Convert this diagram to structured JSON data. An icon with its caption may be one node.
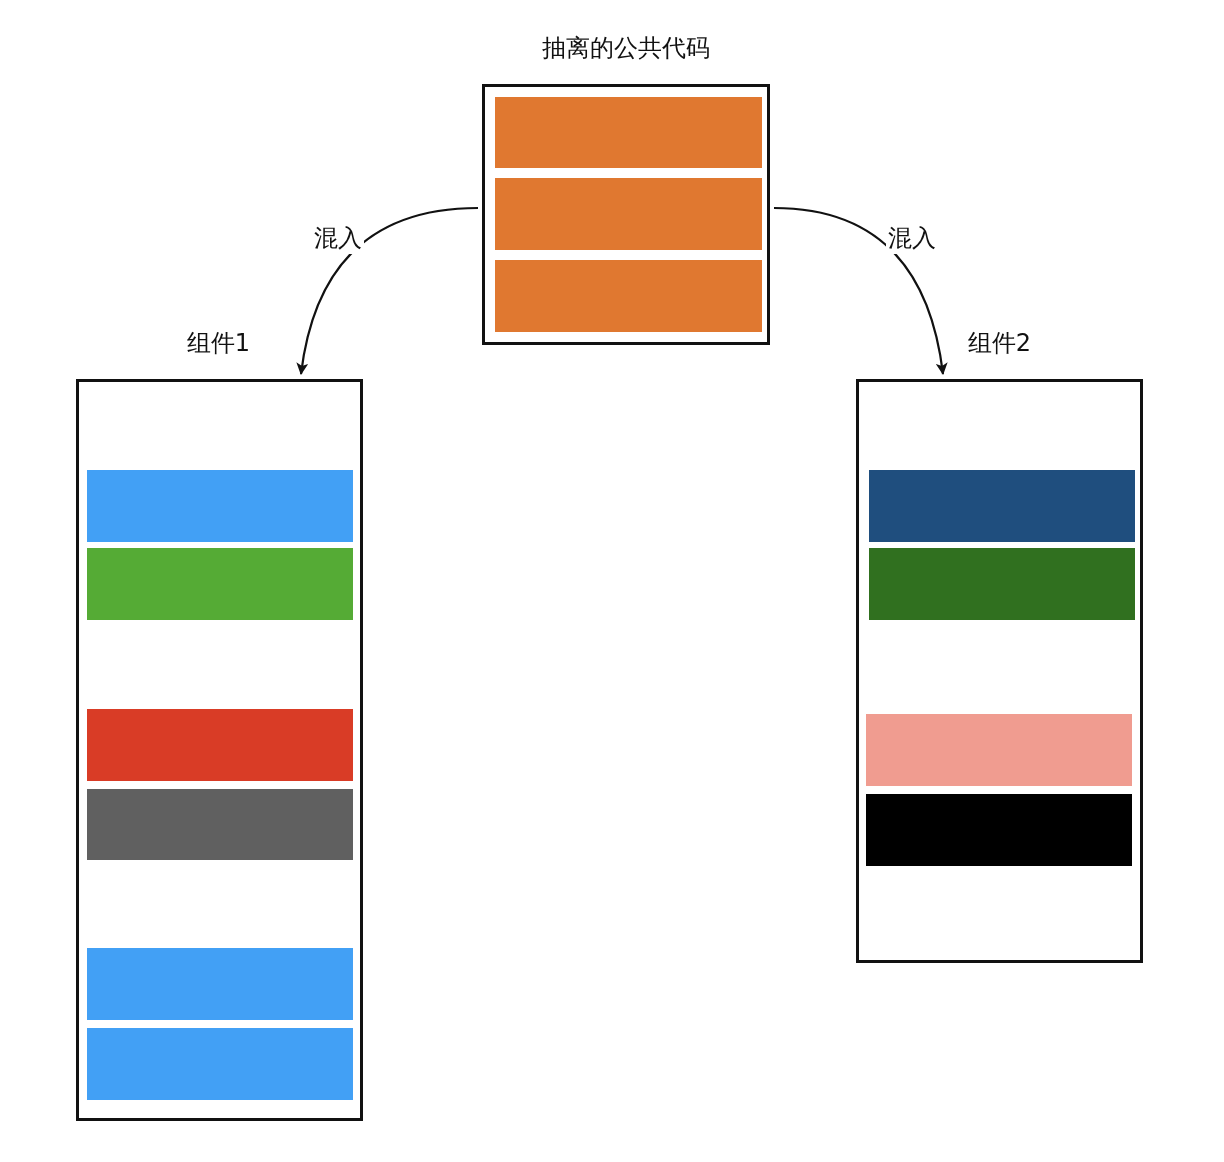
{
  "diagram": {
    "nodes": [
      {
        "text": [
          "抽离的公共代码"
        ]
      },
      {
        "text": [],
        "shape": "bar",
        "in": 0
      },
      {
        "text": [],
        "shape": "bar",
        "in": 0
      },
      {
        "text": [],
        "shape": "bar",
        "in": 0
      },
      {
        "text": [
          "组件1"
        ]
      },
      {
        "text": [],
        "shape": "bar",
        "in": 4
      },
      {
        "text": [],
        "shape": "bar",
        "in": 4
      },
      {
        "text": [],
        "shape": "bar",
        "in": 4
      },
      {
        "text": [],
        "shape": "bar",
        "in": 4
      },
      {
        "text": [],
        "shape": "bar",
        "in": 4
      },
      {
        "text": [],
        "shape": "bar",
        "in": 4
      },
      {
        "text": [
          "组件2"
        ]
      },
      {
        "text": [],
        "shape": "bar",
        "in": 11
      },
      {
        "text": [],
        "shape": "bar",
        "in": 11
      },
      {
        "text": [],
        "shape": "bar",
        "in": 11
      },
      {
        "text": [],
        "shape": "bar",
        "in": 11
      }
    ],
    "edges": [
      {
        "from": 0,
        "to": 4,
        "arrow": "to",
        "label": "混入"
      },
      {
        "from": 0,
        "to": 11,
        "arrow": "to",
        "label": "混入"
      }
    ]
  }
}
